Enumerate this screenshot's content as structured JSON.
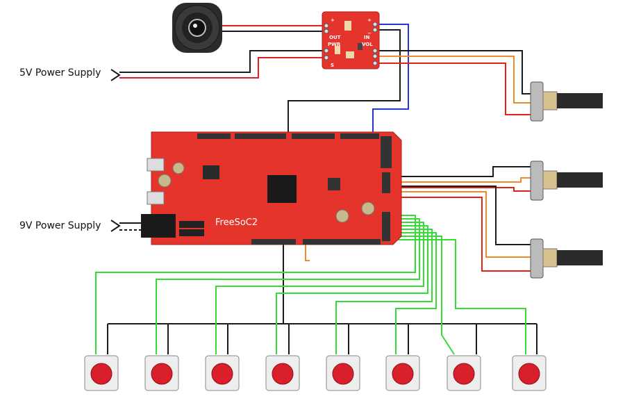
{
  "labels": {
    "supply_5v": "5V Power Supply",
    "supply_9v": "9V Power Supply",
    "board_name": "FreeSoC2"
  },
  "amp_board": {
    "out": "OUT",
    "pwr": "PWR",
    "in": "IN",
    "vol": "VOL",
    "s": "S",
    "plus_left": "+",
    "minus_left": "−",
    "plus_right": "+",
    "minus_right": "−"
  },
  "colors": {
    "board_red": "#e5342b",
    "wire_red": "#e0221b",
    "wire_black": "#1a1a1a",
    "wire_blue": "#1f3ad6",
    "wire_green": "#33dd33",
    "wire_orange": "#f08a2a",
    "button_red": "#d91f2a"
  },
  "components": {
    "buttons": 8,
    "potentiometers": 3,
    "speakers": 1
  }
}
